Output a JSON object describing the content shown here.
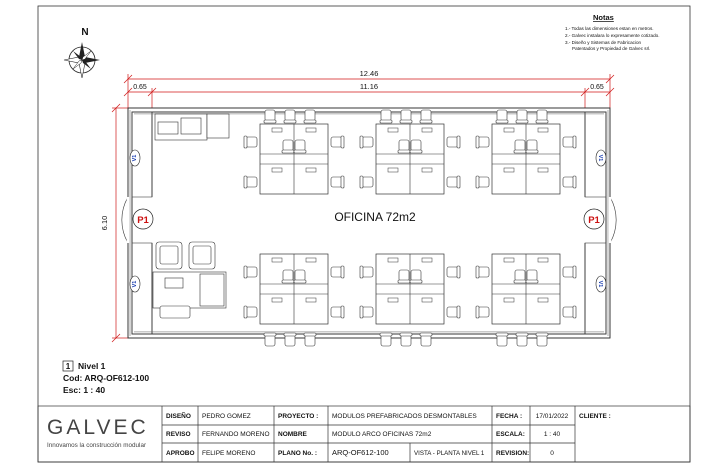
{
  "compass": {
    "north": "N"
  },
  "notes": {
    "title": "Notas",
    "lines": [
      "1.- Todas las dimensiones estan en metros.",
      "2.- Galvec instalara lo expresamente cotizado.",
      "3.- Diseño y Sistemas de Fabricacion",
      "Patentados  y Propiedad de Galvec srl."
    ]
  },
  "dims": {
    "overall": "12.46",
    "left": "0.65",
    "middle": "11.16",
    "right": "0.65",
    "height": "6.10"
  },
  "room": {
    "label": "OFICINA 72m2"
  },
  "doors": {
    "left": "P1",
    "right": "P1"
  },
  "windows": {
    "label": "V1"
  },
  "level": {
    "number": "1",
    "name": "Nivel 1",
    "code": "Cod:  ARQ-OF612-100",
    "scale": "Esc:    1 : 40"
  },
  "brand": {
    "name": "GALVEC",
    "tagline": "Innovamos la construcción modular"
  },
  "title_block": {
    "diseno_label": "DISEÑO",
    "diseno": "PEDRO GOMEZ",
    "proyecto_label": "PROYECTO :",
    "proyecto": "MODULOS PREFABRICADOS DESMONTABLES",
    "fecha_label": "FECHA :",
    "fecha": "17/01/2022",
    "cliente_label": "CLIENTE :",
    "reviso_label": "REVISO",
    "reviso": "FERNANDO MORENO",
    "nombre_label": "NOMBRE",
    "nombre": "MODULO ARCO OFICINAS 72m2",
    "escala_label": "ESCALA:",
    "escala": "1 : 40",
    "aprobo_label": "APROBO",
    "aprobo": "FELIPE MORENO",
    "plano_label": "PLANO No. :",
    "plano": "ARQ-OF612-100",
    "vista": "VISTA - PLANTA NIVEL 1",
    "revision_label": "REVISION:",
    "revision": "0"
  },
  "colors": {
    "dimension": "#d01818",
    "door": "#cc1111",
    "window": "#1a3db0",
    "line": "#222222"
  }
}
